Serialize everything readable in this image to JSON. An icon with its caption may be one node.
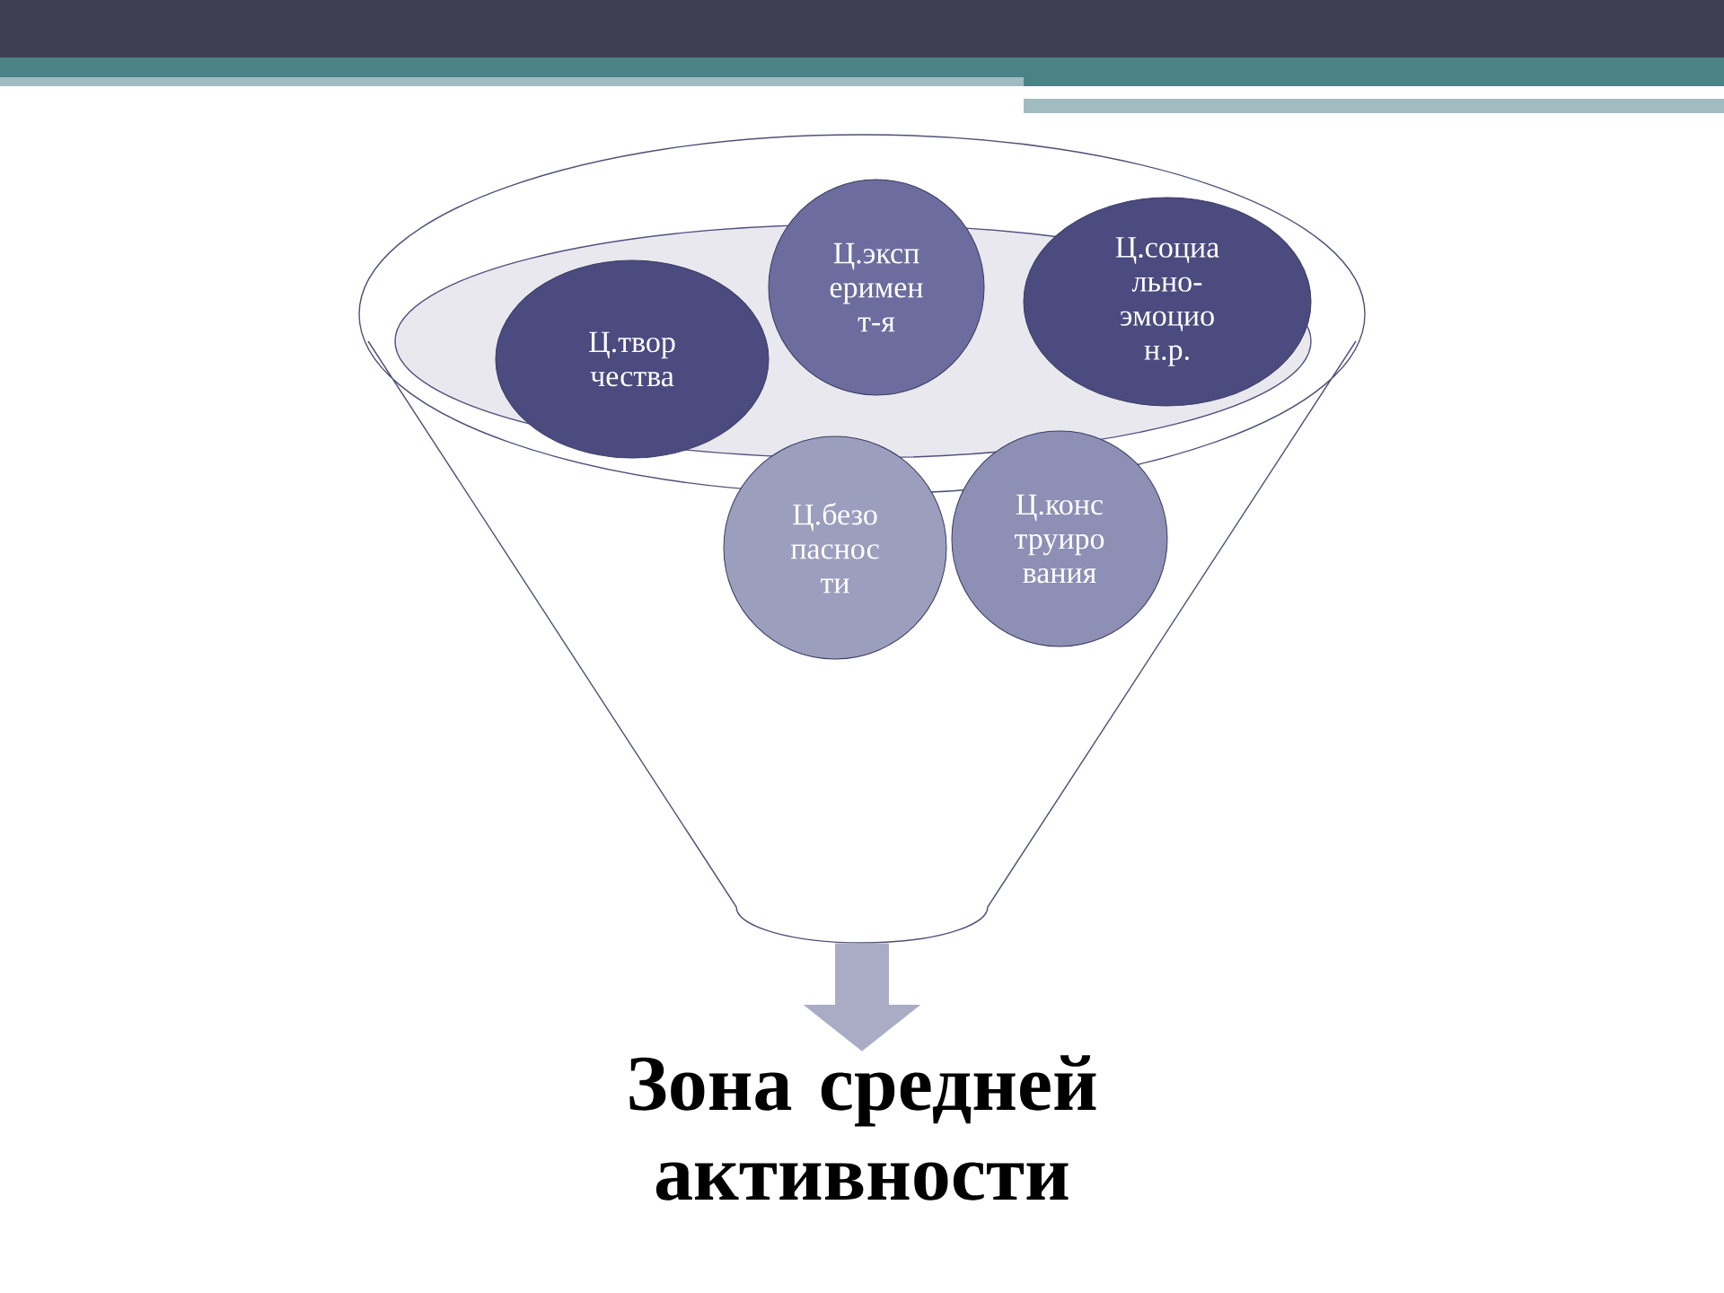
{
  "diagram": {
    "nodes": [
      {
        "text": [],
        "shape": "funnel"
      },
      {
        "text": [],
        "shape": "ellipse",
        "in": 0
      },
      {
        "text": [
          "Ц.твор чества"
        ],
        "in": 1
      },
      {
        "text": [
          "Ц.эксп еримен т-я"
        ],
        "in": 0
      },
      {
        "text": [
          "Ц.социа льно- эмоцио н.р."
        ],
        "in": 0
      },
      {
        "text": [
          "Ц.безо паснос ти"
        ],
        "in": 0
      },
      {
        "text": [
          "Ц.конс труиро вания"
        ],
        "in": 0
      },
      {
        "text": [
          "Зона средней активности"
        ]
      }
    ],
    "edges": [
      {
        "from": 0,
        "to": 7,
        "arrow": "to"
      }
    ]
  }
}
